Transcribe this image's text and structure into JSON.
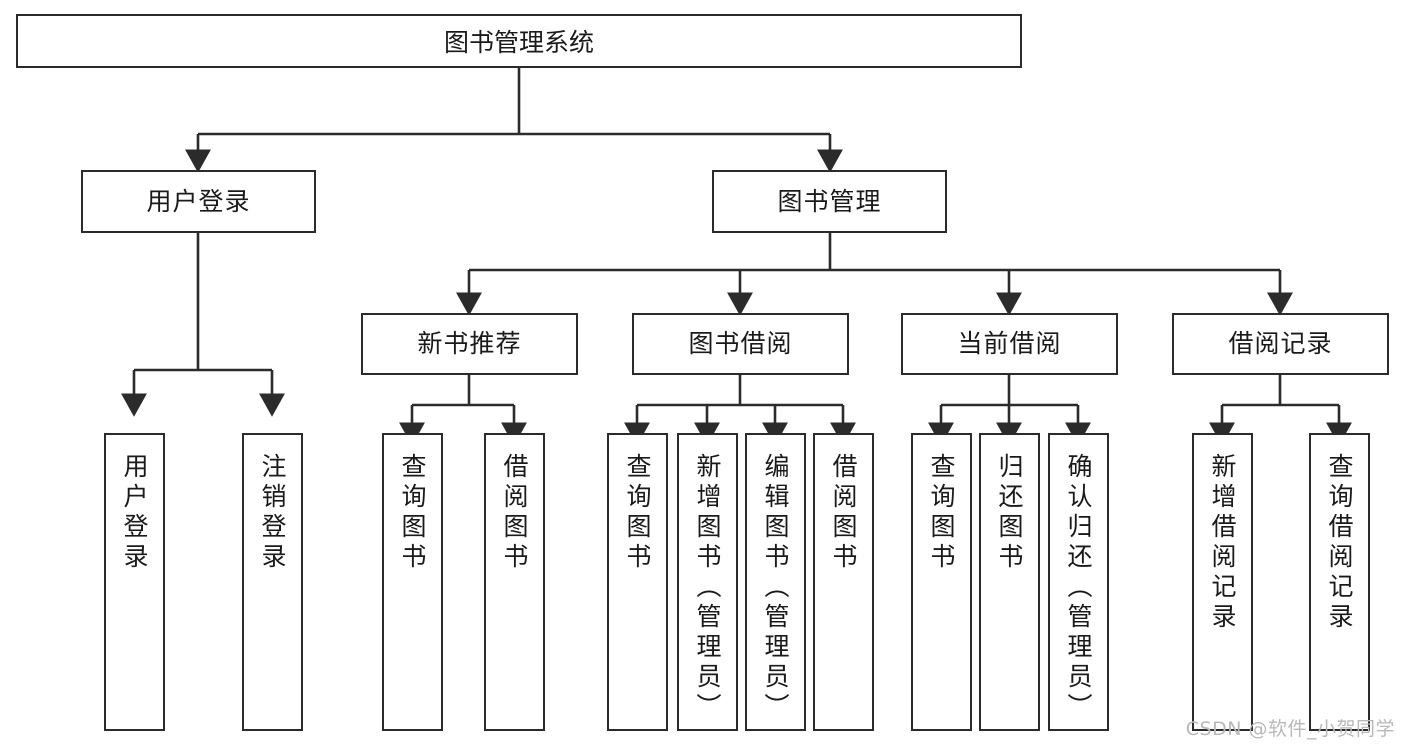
{
  "diagram": {
    "title": "图书管理系统",
    "type": "tree",
    "watermark": "CSDN @软件_小贺同学",
    "colors": {
      "box_border": "#2b2b2b",
      "box_fill": "#ffffff",
      "edge": "#2b2b2b",
      "text": "#1a1a1a",
      "watermark": "#b9b9b9",
      "background": "#ffffff"
    },
    "nodes": {
      "root": {
        "label": "图书管理系统"
      },
      "level2": [
        {
          "label": "用户登录"
        },
        {
          "label": "图书管理"
        }
      ],
      "level3": [
        {
          "label": "新书推荐"
        },
        {
          "label": "图书借阅"
        },
        {
          "label": "当前借阅"
        },
        {
          "label": "借阅记录"
        }
      ],
      "leaves": {
        "user_login": [
          {
            "label": "用户登录"
          },
          {
            "label": "注销登录"
          }
        ],
        "new_books": [
          {
            "label": "查询图书"
          },
          {
            "label": "借阅图书"
          }
        ],
        "book_borrow": [
          {
            "label": "查询图书"
          },
          {
            "label": "新增图书（管理员）"
          },
          {
            "label": "编辑图书（管理员）"
          },
          {
            "label": "借阅图书"
          }
        ],
        "current_borrow": [
          {
            "label": "查询图书"
          },
          {
            "label": "归还图书"
          },
          {
            "label": "确认归还（管理员）"
          }
        ],
        "borrow_records": [
          {
            "label": "新增借阅记录"
          },
          {
            "label": "查询借阅记录"
          }
        ]
      }
    }
  }
}
